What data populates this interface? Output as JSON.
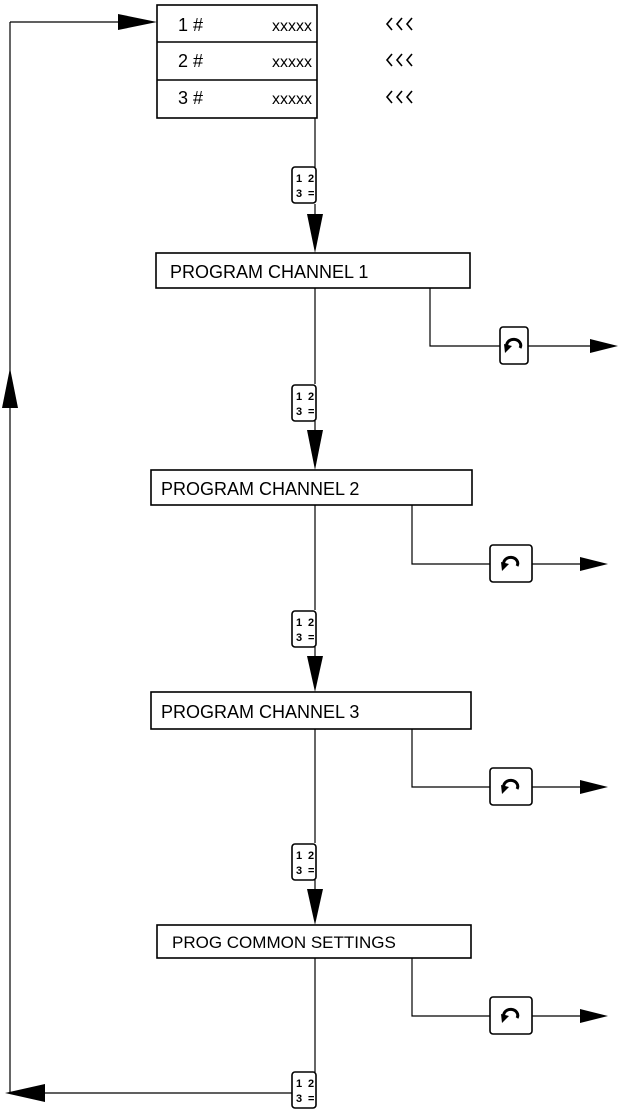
{
  "display": {
    "rows": [
      {
        "num": "1 #",
        "value": "xxxxx"
      },
      {
        "num": "2 #",
        "value": "xxxxx"
      },
      {
        "num": "3 #",
        "value": "xxxxx"
      }
    ]
  },
  "menu_key": {
    "k1": "1",
    "k2": "2",
    "k3": "3",
    "keq": "="
  },
  "steps": [
    {
      "label": "PROGRAM CHANNEL 1"
    },
    {
      "label": "PROGRAM CHANNEL 2"
    },
    {
      "label": "PROGRAM CHANNEL 3"
    },
    {
      "label": "PROG COMMON SETTINGS"
    }
  ],
  "icons": {
    "menu_key": "menu-keypad-icon",
    "enter_key": "enter-return-icon",
    "signal": "signal-indicator-icon"
  }
}
